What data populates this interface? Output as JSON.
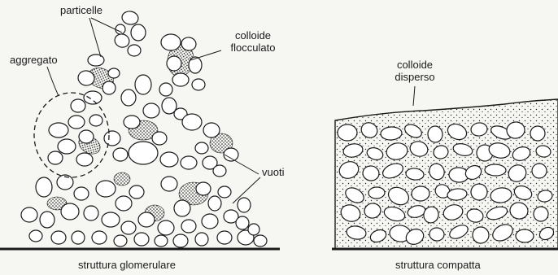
{
  "left_panel": {
    "caption": "struttura glomerulare",
    "labels": {
      "particelle": "particelle",
      "aggregato": "aggregato",
      "colloide_flocculato_1": "colloide",
      "colloide_flocculato_2": "flocculato",
      "vuoti": "vuoti"
    }
  },
  "right_panel": {
    "caption": "struttura compatta",
    "labels": {
      "colloide_disperso_1": "colloide",
      "colloide_disperso_2": "disperso"
    }
  },
  "colors": {
    "ink": "#1a1a1a",
    "background": "#f6f6f3",
    "particle_fill": "#ffffff"
  }
}
